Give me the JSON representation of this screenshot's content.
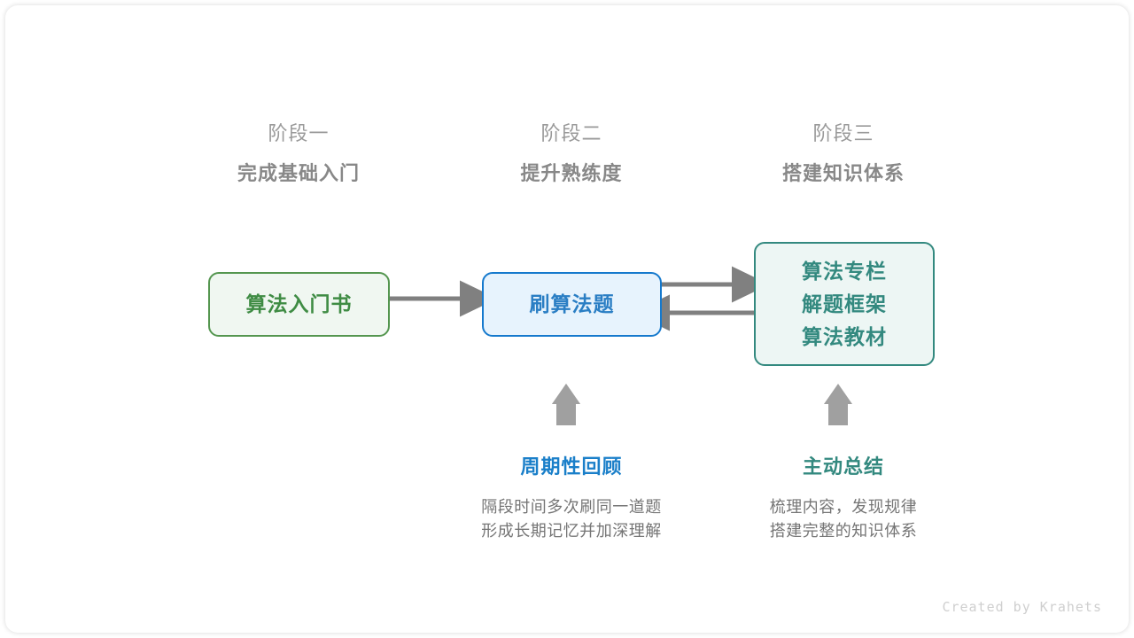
{
  "diagram": {
    "type": "flow",
    "stages": [
      {
        "number": "阶段一",
        "title": "完成基础入门"
      },
      {
        "number": "阶段二",
        "title": "提升熟练度"
      },
      {
        "number": "阶段三",
        "title": "搭建知识体系"
      }
    ],
    "nodes": [
      {
        "id": "node-green",
        "lines": [
          "算法入门书"
        ],
        "fill": "#f0f7f1",
        "border": "#54964f",
        "text_color": "#3f8c44"
      },
      {
        "id": "node-blue",
        "lines": [
          "刷算法题"
        ],
        "fill": "#e7f3fd",
        "border": "#1579cd",
        "text_color": "#2a7ec4"
      },
      {
        "id": "node-teal",
        "lines": [
          "算法专栏",
          "解题框架",
          "算法教材"
        ],
        "fill": "#edf6f4",
        "border": "#33897f",
        "text_color": "#33897f"
      }
    ],
    "connectors": [
      {
        "name": "green-to-blue",
        "direction": "right",
        "color": "#808080"
      },
      {
        "name": "blue-to-teal",
        "direction": "right",
        "color": "#808080"
      },
      {
        "name": "teal-to-blue",
        "direction": "left",
        "color": "#808080"
      },
      {
        "name": "review-up",
        "direction": "up",
        "color": "#a0a0a0"
      },
      {
        "name": "summary-up",
        "direction": "up",
        "color": "#a0a0a0"
      }
    ],
    "captions": [
      {
        "id": "cap-review",
        "title": "周期性回顾",
        "title_color": "#1a7fc9",
        "desc_line1": "隔段时间多次刷同一道题",
        "desc_line2": "形成长期记忆并加深理解"
      },
      {
        "id": "cap-summary",
        "title": "主动总结",
        "title_color": "#33897f",
        "desc_line1": "梳理内容，发现规律",
        "desc_line2": "搭建完整的知识体系"
      }
    ],
    "credit": "Created by Krahets"
  }
}
